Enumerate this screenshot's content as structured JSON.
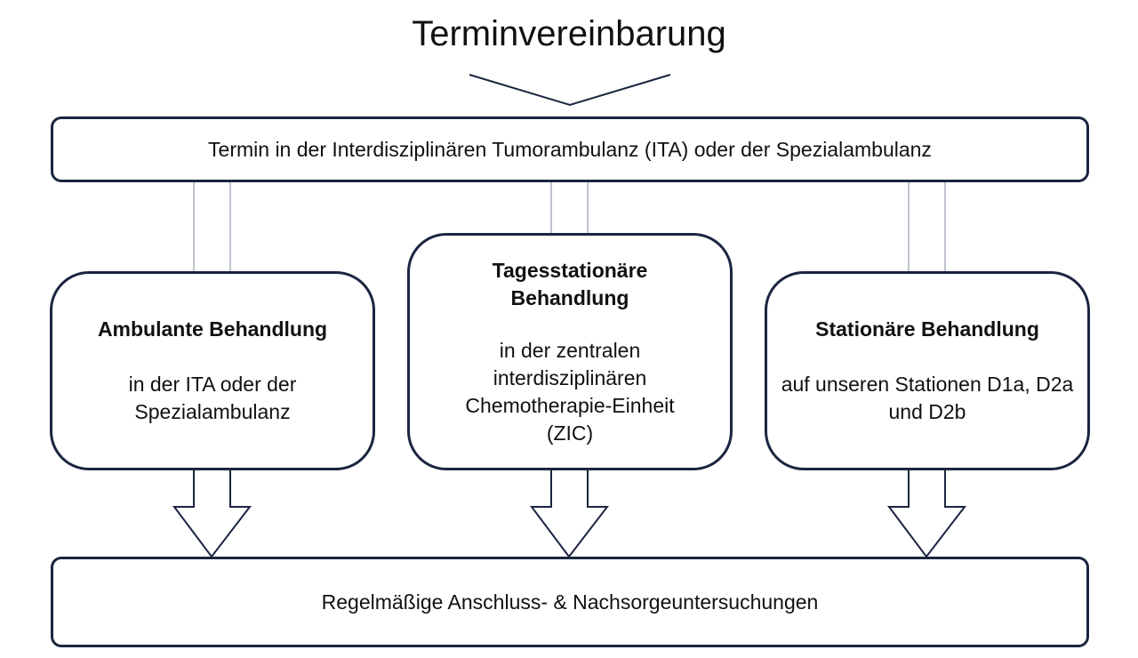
{
  "diagram": {
    "title": "Terminvereinbarung",
    "top_box": "Termin in der Interdisziplinären Tumorambulanz (ITA) oder der Spezialambulanz",
    "cards": [
      {
        "title": "Ambulante Behandlung",
        "desc": "in der ITA oder der Spezialambulanz"
      },
      {
        "title": "Tagesstationäre Behandlung",
        "desc": "in der zentralen interdisziplinären Chemotherapie-Einheit (ZIC)"
      },
      {
        "title": "Stationäre Behandlung",
        "desc": "auf unseren Stationen D1a, D2a und D2b"
      }
    ],
    "bottom_box": "Regelmäßige Anschluss- & Nachsorgeuntersuchungen"
  },
  "colors": {
    "border": "#1a2540",
    "connector": "#bcc3cb",
    "text": "#111111",
    "background": "#ffffff"
  }
}
